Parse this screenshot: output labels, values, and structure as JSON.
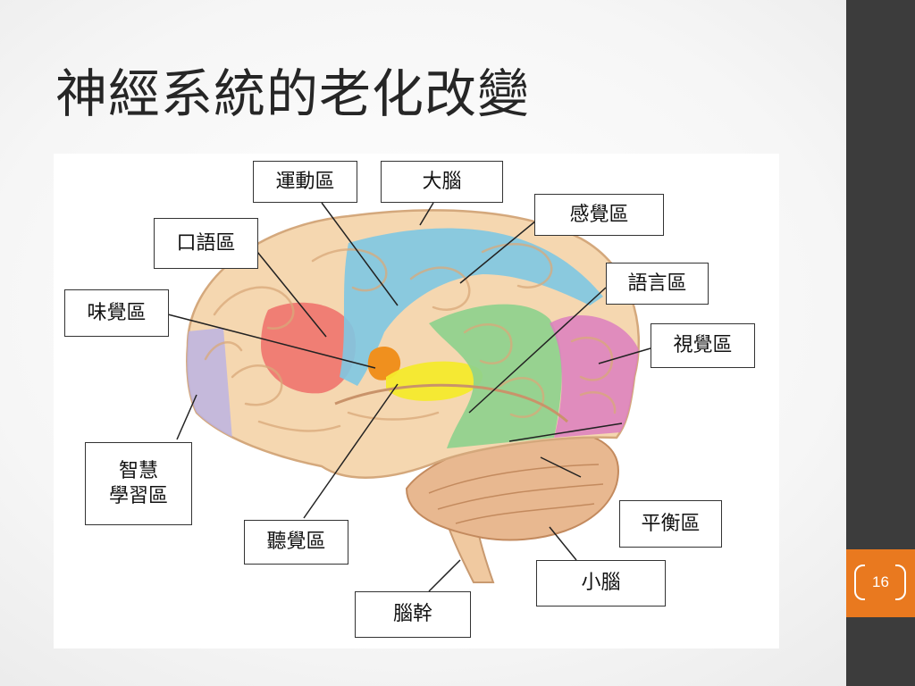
{
  "slide": {
    "title": "神經系統的老化改變",
    "page_number": "16"
  },
  "colors": {
    "side_band": "#3c3c3c",
    "page_badge": "#e9791f",
    "brain_base": "#f5d7b0",
    "motor_area": "#7ec8e3",
    "sensory_area": "#7ec8e3",
    "speech_area": "#ee6f6a",
    "taste_area": "#f0901e",
    "auditory_area": "#f4ea2c",
    "language_area": "#8dd18d",
    "visual_area": "#dc7fc0",
    "learning_area": "#b9b2e6",
    "cerebellum": "#e8b890"
  },
  "diagram": {
    "labels": {
      "motor": "運動區",
      "cerebrum": "大腦",
      "sensory": "感覺區",
      "speech": "口語區",
      "language": "語言區",
      "taste": "味覺區",
      "visual": "視覺區",
      "learning_line1": "智慧",
      "learning_line2": "學習區",
      "balance": "平衡區",
      "auditory": "聽覺區",
      "cerebellum": "小腦",
      "brainstem": "腦幹"
    }
  }
}
